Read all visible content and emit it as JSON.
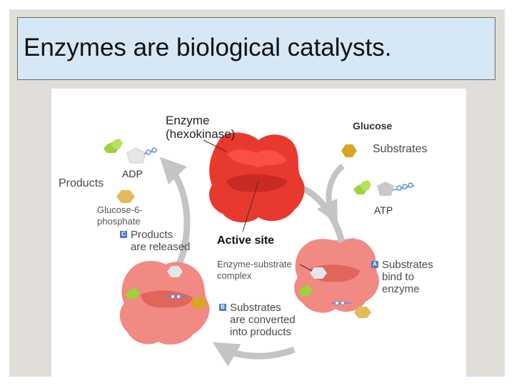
{
  "slide": {
    "title": "Enzymes are biological catalysts."
  },
  "diagram": {
    "enzyme_label": [
      "Enzyme",
      "(hexokinase)"
    ],
    "active_site_label": "Active site",
    "glucose_label": "Glucose",
    "substrates_label": "Substrates",
    "atp_label": "ATP",
    "products_label": "Products",
    "adp_label": "ADP",
    "g6p_label": [
      "Glucose-6-",
      "phosphate"
    ],
    "complex_label": [
      "Enzyme-substrate",
      "complex"
    ],
    "steps": [
      {
        "badge": "A",
        "lines": [
          "Substrates",
          "bind to",
          "enzyme"
        ]
      },
      {
        "badge": "B",
        "lines": [
          "Substrates",
          "are converted",
          "into products"
        ]
      },
      {
        "badge": "C",
        "lines": [
          "Products",
          "are released"
        ]
      }
    ]
  },
  "colors": {
    "enzyme_active": "#e8392f",
    "enzyme_faded": "#f08a82",
    "glucose": "#d9a623",
    "phosphate_tail": "#5a8ed1",
    "ring": "#c9c9c9",
    "leaf": "#9dd23a",
    "arrow": "#c4c4c4",
    "badge": "#4d78c2",
    "title_box": "#d6e7f6"
  }
}
